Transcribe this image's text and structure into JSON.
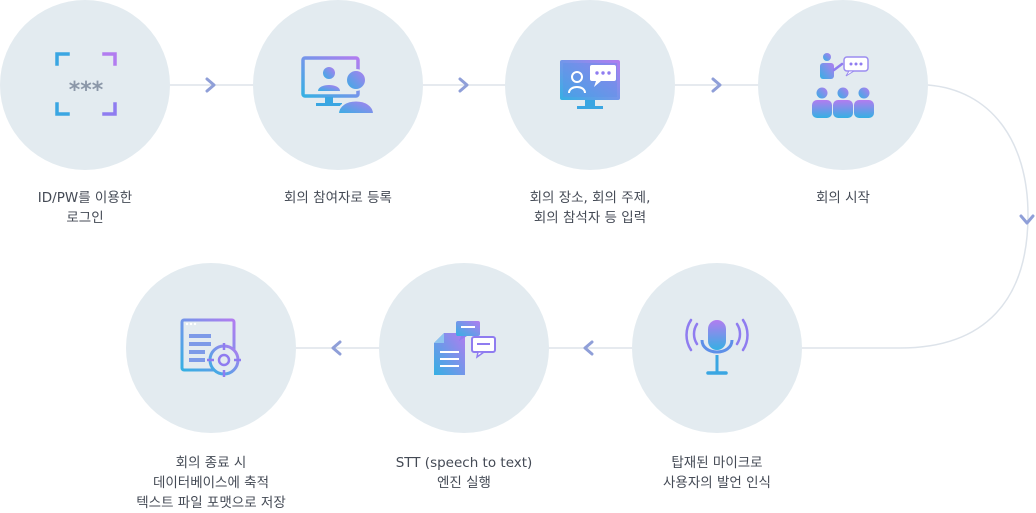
{
  "colors": {
    "circle": "#e3ebf0",
    "connector": "#dde3ea",
    "arrow": "#8f9fd8",
    "icon_gradient_start": "#35b0e3",
    "icon_gradient_end": "#b27cf0",
    "text": "#444a55"
  },
  "steps": [
    {
      "icon": "login-frame-icon",
      "masked_text": "***",
      "caption": "ID/PW를 이용한\n로그인"
    },
    {
      "icon": "participant-monitor-icon",
      "caption": "회의 참여자로 등록"
    },
    {
      "icon": "monitor-chat-icon",
      "caption": "회의 장소, 회의 주제,\n회의 참석자 등 입력"
    },
    {
      "icon": "presenter-audience-icon",
      "caption": "회의 시작"
    },
    {
      "icon": "microphone-icon",
      "caption": "탑재된 마이크로\n사용자의 발언 인식"
    },
    {
      "icon": "document-chat-icon",
      "caption": "STT (speech to text)\n엔진 실행"
    },
    {
      "icon": "database-window-icon",
      "caption": "회의 종료 시\n데이터베이스에 축적\n텍스트 파일 포맷으로 저장"
    }
  ]
}
